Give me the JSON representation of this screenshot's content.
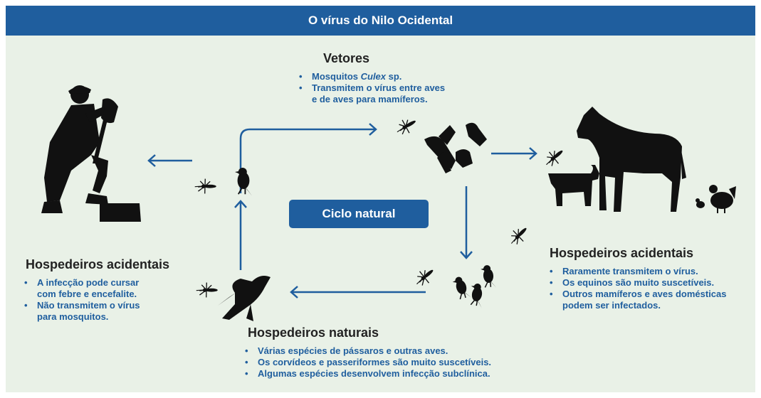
{
  "title": "O vírus do Nilo Ocidental",
  "vectors": {
    "heading": "Vetores",
    "item1_prefix": "Mosquitos ",
    "item1_italic": "Culex",
    "item1_suffix": " sp.",
    "item2_line1": "Transmitem o vírus entre aves",
    "item2_line2": "e de aves para mamíferos."
  },
  "accidental_left": {
    "heading": "Hospedeiros acidentais",
    "items": [
      [
        "A infecção pode cursar",
        "com febre e encefalite."
      ],
      [
        "Não transmitem o vírus",
        "para mosquitos."
      ]
    ]
  },
  "accidental_right": {
    "heading": "Hospedeiros acidentais",
    "items": [
      [
        "Raramente transmitem o vírus."
      ],
      [
        "Os equinos são muito suscetíveis."
      ],
      [
        "Outros mamíferos e aves domésticas",
        "podem ser infectados."
      ]
    ]
  },
  "natural": {
    "heading": "Hospedeiros naturais",
    "items": [
      "Várias espécies de pássaros e outras aves.",
      "Os corvídeos e passeriformes são muito suscetíveis.",
      "Algumas espécies desenvolvem infecção subclínica."
    ]
  },
  "cycle_label": "Ciclo natural",
  "colors": {
    "accent": "#1f5e9e",
    "background": "#e9f1e7",
    "silhouette": "#111111"
  },
  "icons": [
    "farmer-icon",
    "mosquito-icon",
    "bird-icon",
    "horse-icon",
    "dog-icon",
    "chicken-icon",
    "eagle-icon"
  ]
}
